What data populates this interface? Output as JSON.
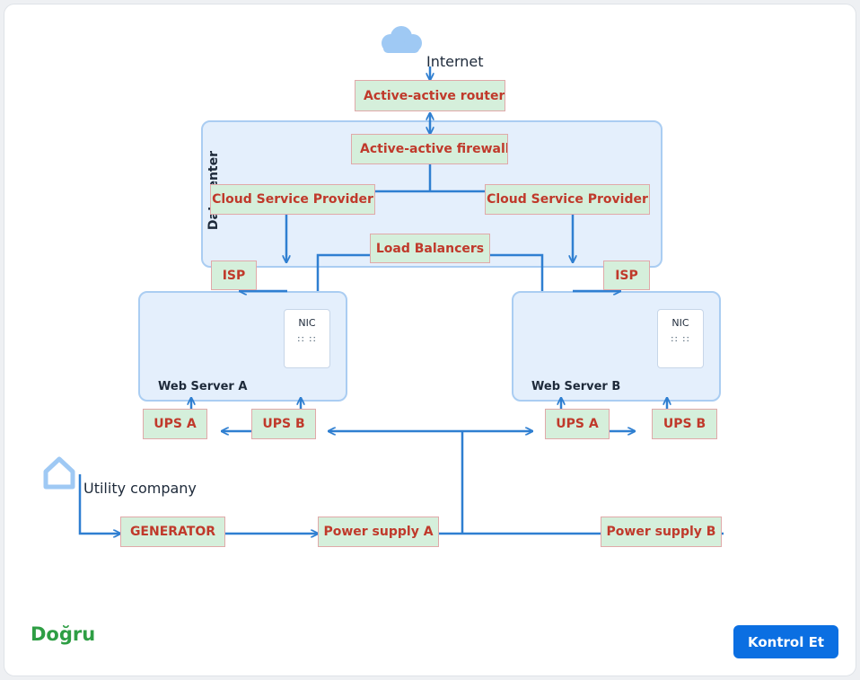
{
  "diagram": {
    "internet_label": "Internet",
    "datacenter_label": "Datacenter",
    "utility_label": "Utility company",
    "nodes": {
      "routers": "Active-active routers",
      "firewalls": "Active-active firewalls",
      "csp_left": "Cloud Service Provider",
      "csp_right": "Cloud Service Provider",
      "load_balancers": "Load Balancers",
      "isp_left": "ISP",
      "isp_right": "ISP",
      "ups_a_left": "UPS A",
      "ups_b_left": "UPS B",
      "ups_a_right": "UPS A",
      "ups_b_right": "UPS B",
      "generator": "GENERATOR",
      "power_a": "Power supply A",
      "power_b": "Power supply B"
    },
    "servers": {
      "a": {
        "label": "Web Server A",
        "nic_label": "NIC",
        "nic_ports": ":: ::"
      },
      "b": {
        "label": "Web Server B",
        "nic_label": "NIC",
        "nic_ports": ":: ::"
      }
    },
    "icons": {
      "cloud": "cloud-icon",
      "house": "house-icon"
    }
  },
  "footer": {
    "status_text": "Doğru",
    "check_button_label": "Kontrol Et"
  },
  "colors": {
    "accent": "#0b6fe2",
    "line": "#2f7fd1",
    "node_fill": "#d5efdb",
    "node_text": "#c0392b",
    "region_fill": "#e4effc",
    "region_border": "#aacdf2",
    "status_ok": "#2e9e44"
  }
}
